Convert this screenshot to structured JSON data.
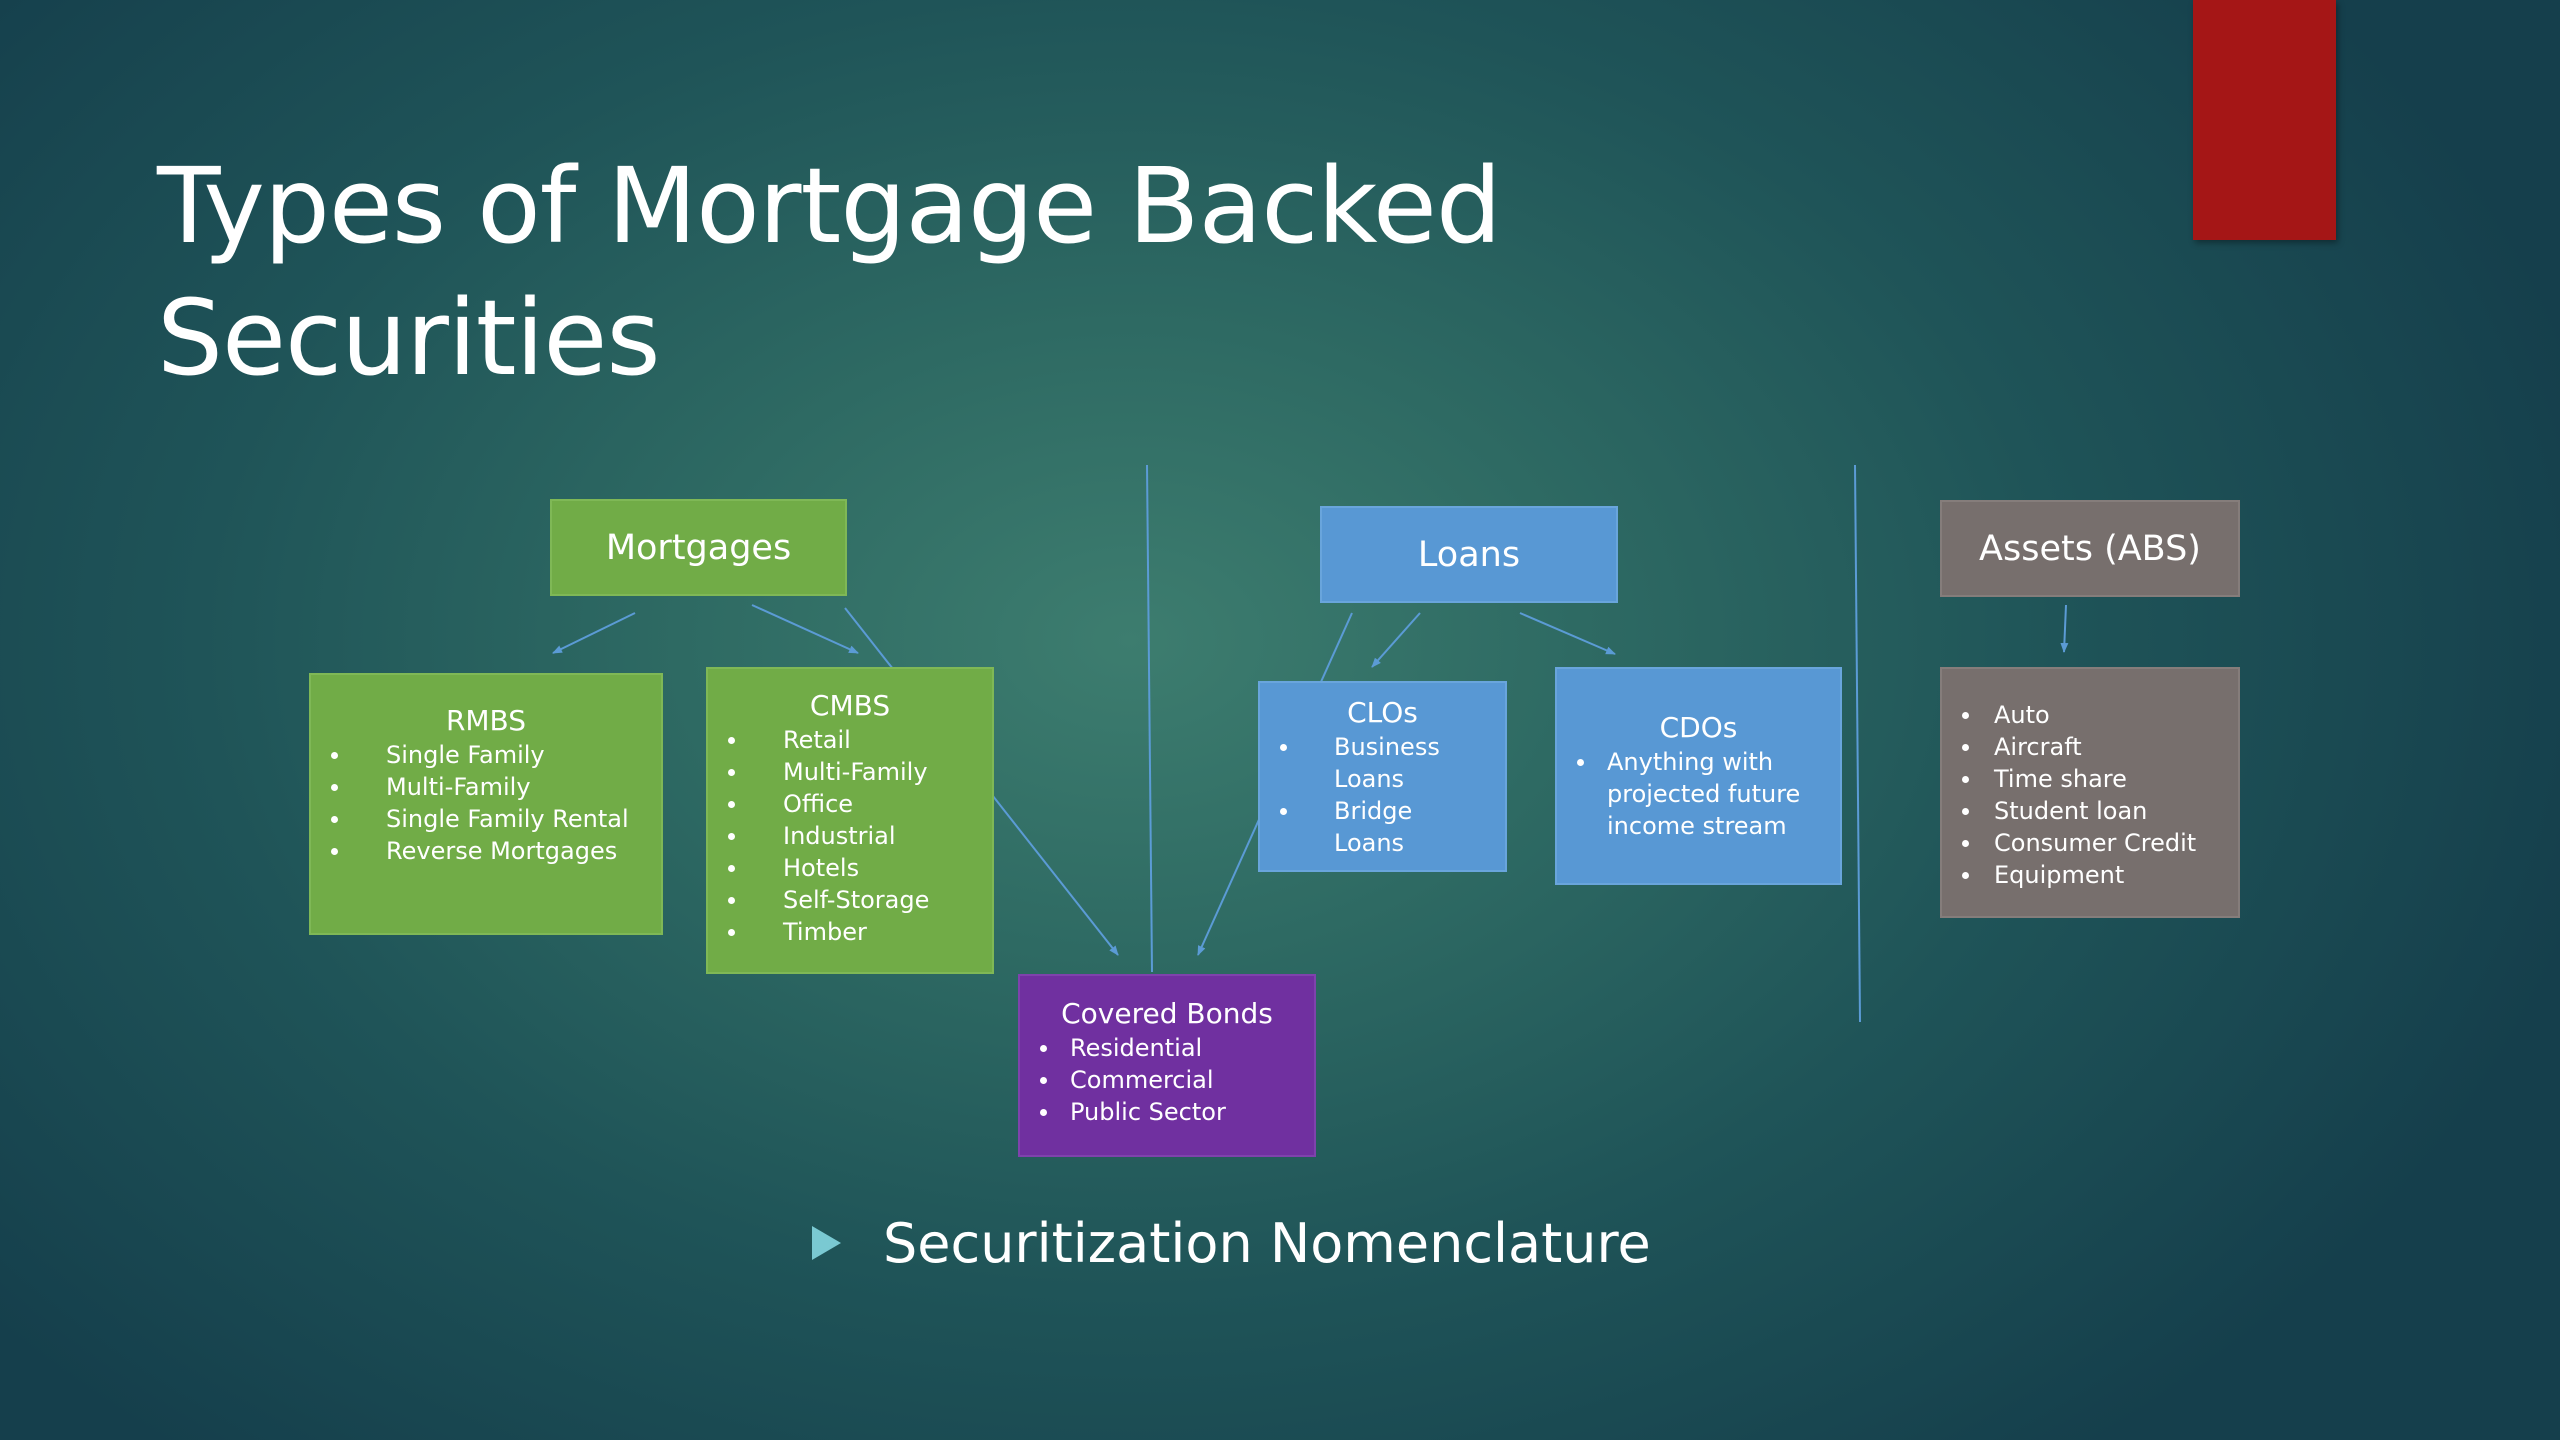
{
  "slide": {
    "title_line1": "Types of Mortgage Backed",
    "title_line2": "Securities",
    "bullet": "Securitization Nomenclature",
    "accent_color": "#a51616"
  },
  "mortgages": {
    "header": "Mortgages",
    "rmbs": {
      "title": "RMBS",
      "items": [
        "Single Family",
        "Multi-Family",
        "Single Family Rental",
        "Reverse Mortgages"
      ]
    },
    "cmbs": {
      "title": "CMBS",
      "items": [
        "Retail",
        "Multi-Family",
        "Office",
        "Industrial",
        "Hotels",
        "Self-Storage",
        "Timber"
      ]
    }
  },
  "loans": {
    "header": "Loans",
    "clos": {
      "title": "CLOs",
      "items": [
        "Business Loans",
        "Bridge Loans"
      ]
    },
    "cdos": {
      "title": "CDOs",
      "items": [
        "Anything with projected future income stream"
      ]
    }
  },
  "assets": {
    "header": "Assets (ABS)",
    "items": [
      "Auto",
      "Aircraft",
      "Time share",
      "Student loan",
      "Consumer Credit",
      "Equipment"
    ]
  },
  "covered_bonds": {
    "title": "Covered Bonds",
    "items": [
      "Residential",
      "Commercial",
      "Public Sector"
    ]
  },
  "colors": {
    "mortgage_green": "#71ac47",
    "loan_blue": "#5898d4",
    "asset_grey": "#776f6d",
    "covered_purple": "#7030a0",
    "connector": "#5b9bd5"
  }
}
